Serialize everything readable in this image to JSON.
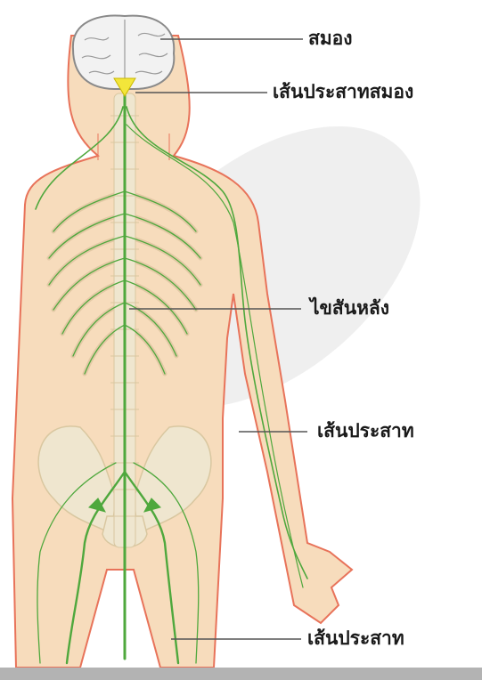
{
  "labels": {
    "brain": "สมอง",
    "cranial_nerves": "เส้นประสาทสมอง",
    "spinal_cord": "ไขสันหลัง",
    "arm_nerve": "เส้นประสาท",
    "leg_nerve": "เส้นประสาท"
  },
  "colors": {
    "skin": "#f7dcbc",
    "skin_outline": "#e8735a",
    "nerve": "#4fa83d",
    "bone": "#efe6cf",
    "brain": "#f2f2f2",
    "leader_line": "#555555",
    "bottom_bar": "#b3b3b3"
  }
}
